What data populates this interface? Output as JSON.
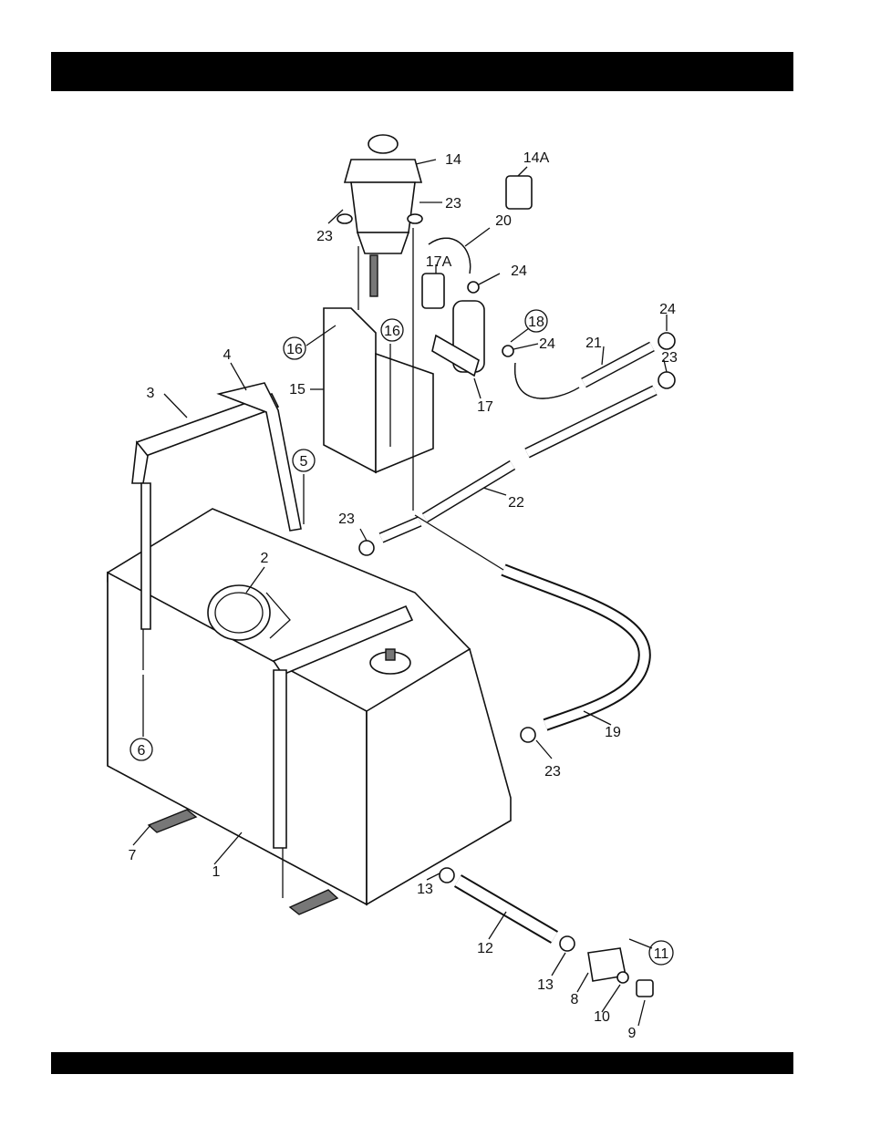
{
  "callouts": [
    {
      "id": "c1",
      "text": "1",
      "circled": false
    },
    {
      "id": "c2",
      "text": "2",
      "circled": false
    },
    {
      "id": "c3",
      "text": "3",
      "circled": false
    },
    {
      "id": "c4",
      "text": "4",
      "circled": false
    },
    {
      "id": "c5",
      "text": "5",
      "circled": true
    },
    {
      "id": "c6",
      "text": "6",
      "circled": true
    },
    {
      "id": "c7",
      "text": "7",
      "circled": false
    },
    {
      "id": "c8",
      "text": "8",
      "circled": false
    },
    {
      "id": "c9",
      "text": "9",
      "circled": false
    },
    {
      "id": "c10",
      "text": "10",
      "circled": false
    },
    {
      "id": "c11",
      "text": "11",
      "circled": true
    },
    {
      "id": "c12",
      "text": "12",
      "circled": false
    },
    {
      "id": "c13a",
      "text": "13",
      "circled": false
    },
    {
      "id": "c13b",
      "text": "13",
      "circled": false
    },
    {
      "id": "c14",
      "text": "14",
      "circled": false
    },
    {
      "id": "c14a",
      "text": "14A",
      "circled": false
    },
    {
      "id": "c15",
      "text": "15",
      "circled": false
    },
    {
      "id": "c16a",
      "text": "16",
      "circled": true
    },
    {
      "id": "c16b",
      "text": "16",
      "circled": true
    },
    {
      "id": "c17",
      "text": "17",
      "circled": false
    },
    {
      "id": "c17a",
      "text": "17A",
      "circled": false
    },
    {
      "id": "c18",
      "text": "18",
      "circled": true
    },
    {
      "id": "c19",
      "text": "19",
      "circled": false
    },
    {
      "id": "c20",
      "text": "20",
      "circled": false
    },
    {
      "id": "c21",
      "text": "21",
      "circled": false
    },
    {
      "id": "c22",
      "text": "22",
      "circled": false
    },
    {
      "id": "c23a",
      "text": "23",
      "circled": false
    },
    {
      "id": "c23b",
      "text": "23",
      "circled": false
    },
    {
      "id": "c23c",
      "text": "23",
      "circled": false
    },
    {
      "id": "c23d",
      "text": "23",
      "circled": false
    },
    {
      "id": "c23e",
      "text": "23",
      "circled": false
    },
    {
      "id": "c24a",
      "text": "24",
      "circled": false
    },
    {
      "id": "c24b",
      "text": "24",
      "circled": false
    },
    {
      "id": "c24c",
      "text": "24",
      "circled": false
    }
  ]
}
